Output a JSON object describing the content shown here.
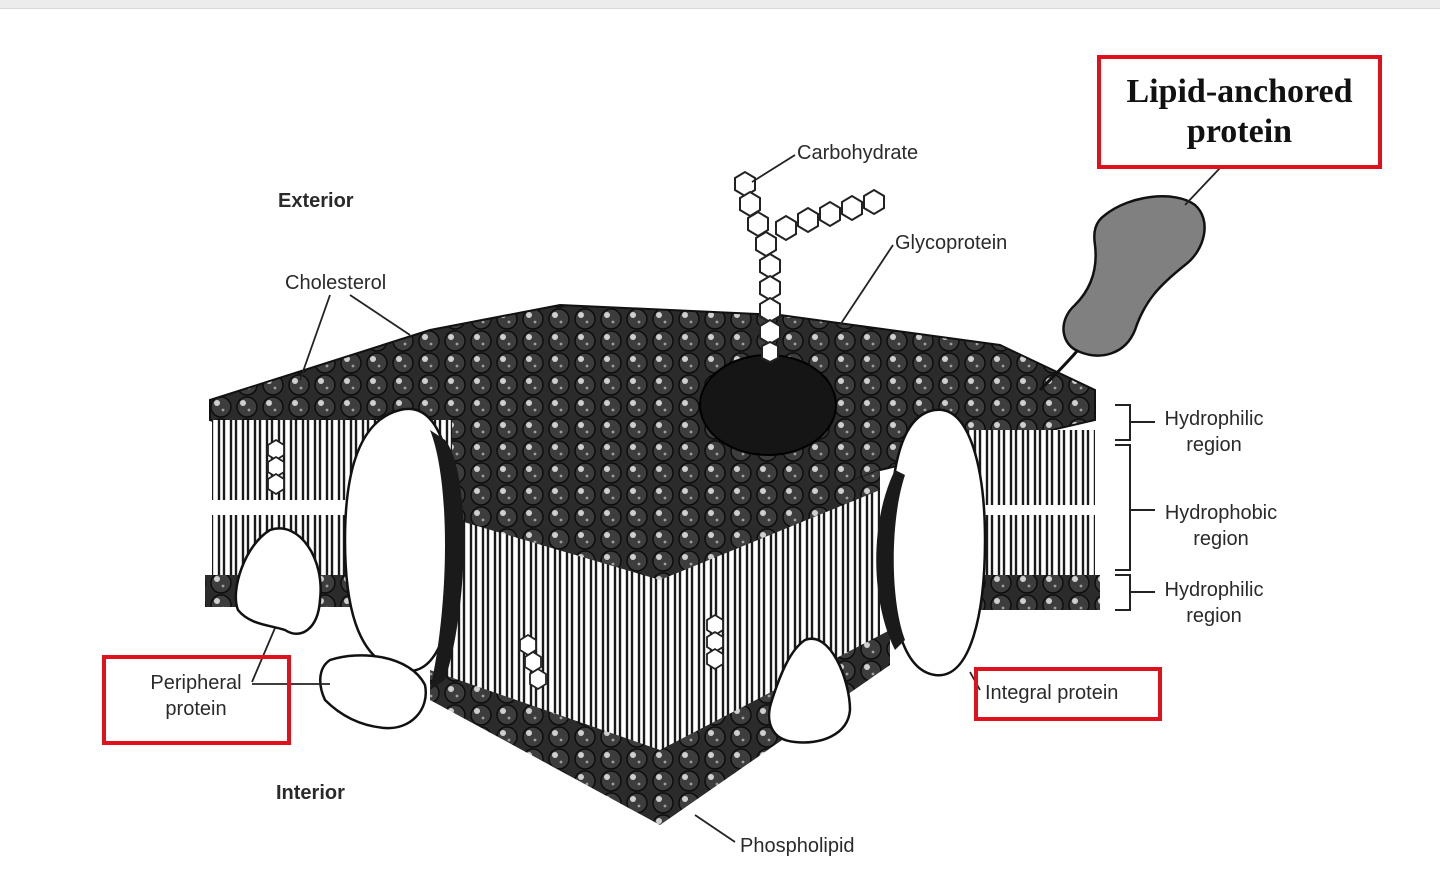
{
  "labels": {
    "exterior": "Exterior",
    "interior": "Interior",
    "cholesterol": "Cholesterol",
    "carbohydrate": "Carbohydrate",
    "glycoprotein": "Glycoprotein",
    "phospholipid": "Phospholipid",
    "hydrophilic_top_1": "Hydrophilic",
    "hydrophilic_top_2": "region",
    "hydrophobic_1": "Hydrophobic",
    "hydrophobic_2": "region",
    "hydrophilic_bottom_1": "Hydrophilic",
    "hydrophilic_bottom_2": "region",
    "peripheral_1": "Peripheral",
    "peripheral_2": "protein",
    "integral": "Integral protein",
    "lipid_anchored_1": "Lipid-anchored",
    "lipid_anchored_2": "protein"
  },
  "colors": {
    "highlight_box": "#e0101c",
    "membrane_dark": "#1c1c1c",
    "anchored_protein_fill": "#808080"
  }
}
